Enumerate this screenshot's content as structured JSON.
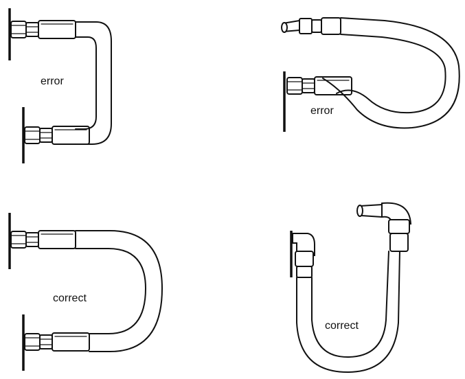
{
  "panels": [
    {
      "label": "error"
    },
    {
      "label": "error"
    },
    {
      "label": "correct"
    },
    {
      "label": "correct"
    }
  ]
}
